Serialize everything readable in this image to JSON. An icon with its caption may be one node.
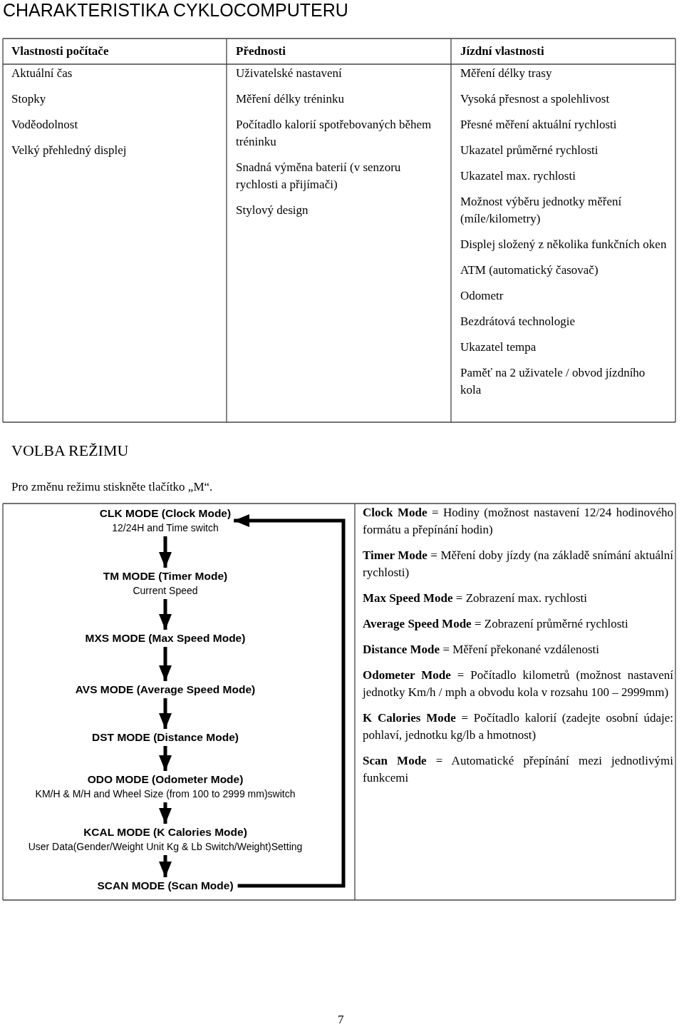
{
  "diagram": {
    "title": "CHARAKTERISTIKA CYKLOCOMPUTERU",
    "nodes": [
      {
        "text": [
          "CLK MODE (Clock Mode)",
          "12/24H and Time switch"
        ]
      },
      {
        "text": [
          "TM MODE (Timer Mode)",
          "Current Speed"
        ]
      },
      {
        "text": [
          "MXS MODE (Max Speed Mode)"
        ]
      },
      {
        "text": [
          "AVS MODE (Average Speed Mode)"
        ]
      },
      {
        "text": [
          "DST MODE (Distance Mode)"
        ]
      },
      {
        "text": [
          "ODO MODE (Odometer Mode)",
          "KM/H & M/H and Wheel Size (from 100 to 2999 mm)switch"
        ]
      },
      {
        "text": [
          "KCAL MODE (K Calories Mode)",
          "User Data(Gender/Weight Unit Kg & Lb Switch/Weight)Setting"
        ]
      },
      {
        "text": [
          "SCAN MODE (Scan Mode)"
        ]
      }
    ],
    "edges": [
      {
        "from": 0,
        "to": 1,
        "arrow": "to"
      },
      {
        "from": 1,
        "to": 2,
        "arrow": "to"
      },
      {
        "from": 2,
        "to": 3,
        "arrow": "to"
      },
      {
        "from": 3,
        "to": 4,
        "arrow": "to"
      },
      {
        "from": 4,
        "to": 5,
        "arrow": "to"
      },
      {
        "from": 5,
        "to": 6,
        "arrow": "to"
      },
      {
        "from": 6,
        "to": 7,
        "arrow": "to"
      },
      {
        "from": 7,
        "to": 0,
        "arrow": "to"
      }
    ],
    "labels": [
      "Vlastnosti počítače",
      "Přednosti",
      "Jízdní vlastnosti",
      "Aktuální čas",
      "Stopky",
      "Voděodolnost",
      "Velký přehledný displej",
      "Uživatelské nastavení",
      "Měření délky tréninku",
      "Počítadlo kalorií spotřebovaných během tréninku",
      "Snadná výměna baterií (v senzoru rychlosti a přijímači)",
      "Stylový design",
      "Měření délky trasy",
      "Vysoká přesnost a spolehlivost",
      "Přesné měření aktuální rychlosti",
      "Ukazatel průměrné rychlosti",
      "Ukazatel max. rychlosti",
      "Možnost výběru jednotky měření (míle/kilometry)",
      "Displej složený z několika funkčních oken",
      "ATM (automatický časovač)",
      "Odometr",
      "Bezdrátová technologie",
      "Ukazatel tempa",
      "Paměť na 2 uživatele / obvod jízdního kola",
      "VOLBA REŽIMU",
      "Pro změnu režimu stiskněte tlačítko „M“.",
      "**Clock Mode** = Hodiny (možnost nastavení 12/24 hodinového formátu a přepínání hodin)",
      "**Timer Mode** = Měření doby jízdy (na základě snímání aktuální rychlosti)",
      "**Max Speed Mode** = Zobrazení max. rychlosti",
      "**Average Speed Mode** = Zobrazení průměrné rychlosti",
      "**Distance Mode** = Měření překonané vzdálenosti",
      "**Odometer Mode** = Počítadlo kilometrů (možnost nastavení jednotky Km/h / mph a obvodu kola v rozsahu 100 – 2999mm)",
      "**K Calories Mode** = Počítadlo kalorií (zadejte osobní údaje: pohlaví, jednotku kg/lb a hmotnost)",
      "**Scan Mode** = Automatické přepínání mezi jednotlivými funkcemi",
      "7"
    ]
  }
}
